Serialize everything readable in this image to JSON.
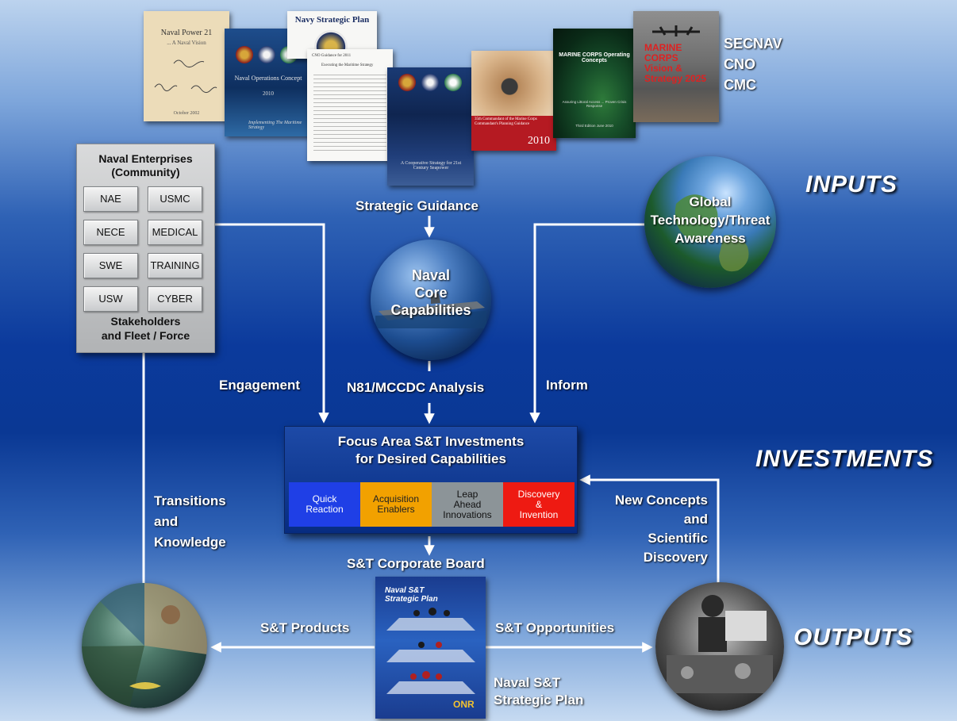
{
  "header_labels": {
    "secnav": "SECNAV",
    "cno": "CNO",
    "cmc": "CMC"
  },
  "section_labels": {
    "inputs": "INPUTS",
    "investments": "INVESTMENTS",
    "outputs": "OUTPUTS"
  },
  "documents": {
    "naval_power_title": "Naval Power 21",
    "naval_power_subtitle": "... A Naval Vision",
    "naval_power_date": "October 2002",
    "naval_ops_title": "Naval Operations Concept",
    "naval_ops_year": "2010",
    "naval_ops_sub": "Implementing The Maritime Strategy",
    "navy_strategic_plan": "Navy Strategic Plan",
    "cno_guidance_title": "CNO Guidance for 2011",
    "cno_guidance_sub": "Executing the Maritime Strategy",
    "coop_strategy": "A Cooperative Strategy for 21st Century Seapower",
    "commandant_title": "35th Commandant of the Marine Corps Commandant's Planning Guidance",
    "commandant_year": "2010",
    "moc_title": "MARINE CORPS Operating Concepts",
    "moc_sub": "Assuring Littoral Access ... Proven Crisis Response",
    "moc_edition": "Third Edition June 2010",
    "vision_title": "MARINE CORPS Vision & Strategy 2025"
  },
  "enterprises": {
    "title": "Naval Enterprises\n(Community)",
    "buttons": [
      "NAE",
      "USMC",
      "NECE",
      "MEDICAL",
      "SWE",
      "TRAINING",
      "USW",
      "CYBER"
    ],
    "footer": "Stakeholders\nand Fleet / Force"
  },
  "flow_labels": {
    "strategic_guidance": "Strategic Guidance",
    "engagement": "Engagement",
    "analysis": "N81/MCCDC Analysis",
    "inform": "Inform",
    "transitions": "Transitions\nand\nKnowledge",
    "new_concepts": "New Concepts\nand\nScientific\nDiscovery",
    "corporate_board": "S&T Corporate Board",
    "products": "S&T Products",
    "opportunities": "S&T Opportunities",
    "strategic_plan_caption": "Naval S&T\nStrategic Plan"
  },
  "globes": {
    "core": "Naval\nCore\nCapabilities",
    "tech": "Global\nTechnology/Threat\nAwareness"
  },
  "focus": {
    "title": "Focus Area S&T Investments\nfor Desired Capabilities",
    "categories": [
      {
        "label": "Quick\nReaction",
        "color": "#1f3fe6"
      },
      {
        "label": "Acquisition\nEnablers",
        "color": "#f2a100"
      },
      {
        "label": "Leap\nAhead\nInnovations",
        "color": "#8c9498"
      },
      {
        "label": "Discovery\n&\nInvention",
        "color": "#ee1a12"
      }
    ]
  },
  "plan_cover": {
    "title": "Naval S&T\nStrategic Plan",
    "logo": "ONR"
  },
  "colors": {
    "arrow": "#ffffff",
    "panel_blue": "#0a3894"
  }
}
